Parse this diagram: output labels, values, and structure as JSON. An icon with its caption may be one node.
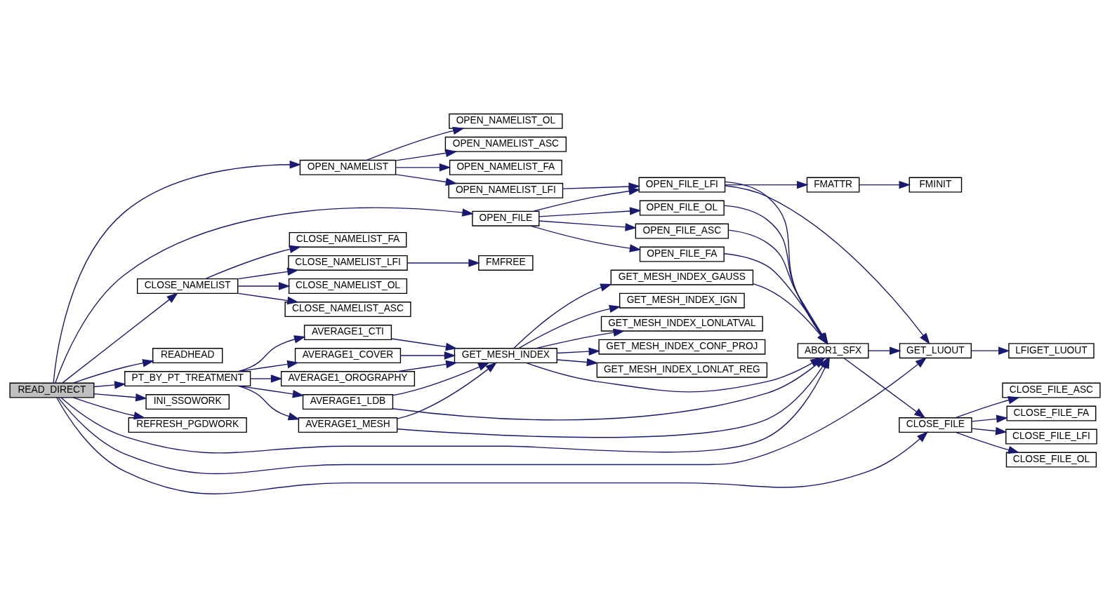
{
  "diagram": {
    "nodes": [
      {
        "text": [
          "READ_DIRECT"
        ]
      },
      {
        "text": [
          "OPEN_NAMELIST"
        ]
      },
      {
        "text": [
          "OPEN_FILE"
        ]
      },
      {
        "text": [
          "CLOSE_NAMELIST"
        ]
      },
      {
        "text": [
          "READHEAD"
        ]
      },
      {
        "text": [
          "PT_BY_PT_TREATMENT"
        ]
      },
      {
        "text": [
          "INI_SSOWORK"
        ]
      },
      {
        "text": [
          "REFRESH_PGDWORK"
        ]
      },
      {
        "text": [
          "OPEN_NAMELIST_OL"
        ]
      },
      {
        "text": [
          "OPEN_NAMELIST_ASC"
        ]
      },
      {
        "text": [
          "OPEN_NAMELIST_FA"
        ]
      },
      {
        "text": [
          "OPEN_NAMELIST_LFI"
        ]
      },
      {
        "text": [
          "CLOSE_NAMELIST_FA"
        ]
      },
      {
        "text": [
          "CLOSE_NAMELIST_LFI"
        ]
      },
      {
        "text": [
          "CLOSE_NAMELIST_OL"
        ]
      },
      {
        "text": [
          "CLOSE_NAMELIST_ASC"
        ]
      },
      {
        "text": [
          "AVERAGE1_LDB"
        ]
      },
      {
        "text": [
          "AVERAGE1_COVER"
        ]
      },
      {
        "text": [
          "AVERAGE1_OROGRAPHY"
        ]
      },
      {
        "text": [
          "AVERAGE1_CTI"
        ]
      },
      {
        "text": [
          "AVERAGE1_MESH"
        ]
      },
      {
        "text": [
          "FMFREE"
        ]
      },
      {
        "text": [
          "GET_MESH_INDEX"
        ]
      },
      {
        "text": [
          "OPEN_FILE_LFI"
        ]
      },
      {
        "text": [
          "OPEN_FILE_OL"
        ]
      },
      {
        "text": [
          "OPEN_FILE_ASC"
        ]
      },
      {
        "text": [
          "OPEN_FILE_FA"
        ]
      },
      {
        "text": [
          "GET_MESH_INDEX_GAUSS"
        ]
      },
      {
        "text": [
          "GET_MESH_INDEX_IGN"
        ]
      },
      {
        "text": [
          "GET_MESH_INDEX_LONLATVAL"
        ]
      },
      {
        "text": [
          "GET_MESH_INDEX_CONF_PROJ"
        ]
      },
      {
        "text": [
          "GET_MESH_INDEX_LONLAT_REG"
        ]
      },
      {
        "text": [
          "FMATTR"
        ]
      },
      {
        "text": [
          "ABOR1_SFX"
        ]
      },
      {
        "text": [
          "FMINIT"
        ]
      },
      {
        "text": [
          "GET_LUOUT"
        ]
      },
      {
        "text": [
          "CLOSE_FILE"
        ]
      },
      {
        "text": [
          "LFIGET_LUOUT"
        ]
      },
      {
        "text": [
          "CLOSE_FILE_LFI"
        ]
      },
      {
        "text": [
          "CLOSE_FILE_OL"
        ]
      },
      {
        "text": [
          "CLOSE_FILE_ASC"
        ]
      },
      {
        "text": [
          "CLOSE_FILE_FA"
        ]
      }
    ],
    "edges": [
      {
        "from": 0,
        "to": 35,
        "arrow": "to"
      },
      {
        "from": 0,
        "to": 1,
        "arrow": "to"
      },
      {
        "from": 0,
        "to": 2,
        "arrow": "to"
      },
      {
        "from": 0,
        "to": 3,
        "arrow": "to"
      },
      {
        "from": 0,
        "to": 4,
        "arrow": "to"
      },
      {
        "from": 0,
        "to": 5,
        "arrow": "to"
      },
      {
        "from": 0,
        "to": 6,
        "arrow": "to"
      },
      {
        "from": 0,
        "to": 33,
        "arrow": "to"
      },
      {
        "from": 0,
        "to": 7,
        "arrow": "to"
      },
      {
        "from": 0,
        "to": 36,
        "arrow": "to"
      },
      {
        "from": 1,
        "to": 8,
        "arrow": "to"
      },
      {
        "from": 1,
        "to": 9,
        "arrow": "to"
      },
      {
        "from": 1,
        "to": 10,
        "arrow": "to"
      },
      {
        "from": 1,
        "to": 11,
        "arrow": "to"
      },
      {
        "from": 11,
        "to": 23,
        "arrow": "to"
      },
      {
        "from": 2,
        "to": 23,
        "arrow": "to"
      },
      {
        "from": 2,
        "to": 24,
        "arrow": "to"
      },
      {
        "from": 2,
        "to": 25,
        "arrow": "to"
      },
      {
        "from": 2,
        "to": 26,
        "arrow": "to"
      },
      {
        "from": 23,
        "to": 32,
        "arrow": "to"
      },
      {
        "from": 23,
        "to": 35,
        "arrow": "to"
      },
      {
        "from": 23,
        "to": 33,
        "arrow": "to"
      },
      {
        "from": 32,
        "to": 34,
        "arrow": "to"
      },
      {
        "from": 35,
        "to": 37,
        "arrow": "to"
      },
      {
        "from": 24,
        "to": 33,
        "arrow": "to"
      },
      {
        "from": 25,
        "to": 33,
        "arrow": "to"
      },
      {
        "from": 26,
        "to": 33,
        "arrow": "to"
      },
      {
        "from": 33,
        "to": 35,
        "arrow": "to"
      },
      {
        "from": 33,
        "to": 36,
        "arrow": "to"
      },
      {
        "from": 36,
        "to": 38,
        "arrow": "to"
      },
      {
        "from": 36,
        "to": 39,
        "arrow": "to"
      },
      {
        "from": 36,
        "to": 40,
        "arrow": "to"
      },
      {
        "from": 36,
        "to": 41,
        "arrow": "to"
      },
      {
        "from": 3,
        "to": 12,
        "arrow": "to"
      },
      {
        "from": 3,
        "to": 13,
        "arrow": "to"
      },
      {
        "from": 3,
        "to": 14,
        "arrow": "to"
      },
      {
        "from": 3,
        "to": 15,
        "arrow": "to"
      },
      {
        "from": 13,
        "to": 21,
        "arrow": "to"
      },
      {
        "from": 5,
        "to": 16,
        "arrow": "to"
      },
      {
        "from": 5,
        "to": 17,
        "arrow": "to"
      },
      {
        "from": 5,
        "to": 18,
        "arrow": "to"
      },
      {
        "from": 5,
        "to": 19,
        "arrow": "to"
      },
      {
        "from": 5,
        "to": 20,
        "arrow": "to"
      },
      {
        "from": 16,
        "to": 33,
        "arrow": "to"
      },
      {
        "from": 16,
        "to": 22,
        "arrow": "to"
      },
      {
        "from": 17,
        "to": 22,
        "arrow": "to"
      },
      {
        "from": 18,
        "to": 22,
        "arrow": "to"
      },
      {
        "from": 19,
        "to": 22,
        "arrow": "to"
      },
      {
        "from": 20,
        "to": 22,
        "arrow": "to"
      },
      {
        "from": 20,
        "to": 33,
        "arrow": "to"
      },
      {
        "from": 22,
        "to": 27,
        "arrow": "to"
      },
      {
        "from": 22,
        "to": 33,
        "arrow": "to"
      },
      {
        "from": 22,
        "to": 28,
        "arrow": "to"
      },
      {
        "from": 22,
        "to": 29,
        "arrow": "to"
      },
      {
        "from": 22,
        "to": 30,
        "arrow": "to"
      },
      {
        "from": 22,
        "to": 31,
        "arrow": "to"
      },
      {
        "from": 27,
        "to": 33,
        "arrow": "to"
      }
    ]
  }
}
